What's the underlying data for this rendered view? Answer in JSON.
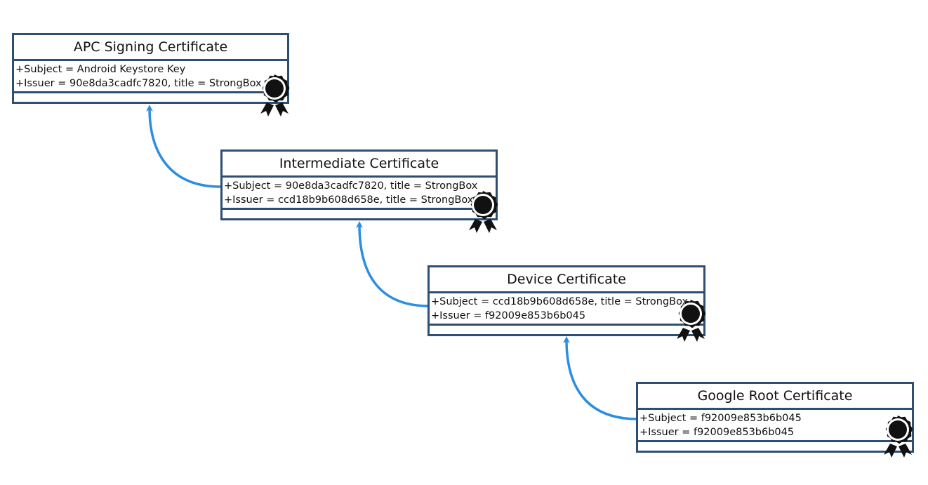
{
  "certificates": [
    {
      "id": "apc",
      "title": "APC Signing Certificate",
      "attributes": [
        "+Subject = Android Keystore Key",
        "+Issuer = 90e8da3cadfc7820, title = StrongBox"
      ],
      "icon": "award-badge-icon"
    },
    {
      "id": "intermediate",
      "title": "Intermediate Certificate",
      "attributes": [
        "+Subject = 90e8da3cadfc7820, title = StrongBox",
        "+Issuer = ccd18b9b608d658e, title = StrongBox"
      ],
      "icon": "award-badge-icon"
    },
    {
      "id": "device",
      "title": "Device Certificate",
      "attributes": [
        "+Subject = ccd18b9b608d658e, title = StrongBox",
        "+Issuer = f92009e853b6b045"
      ],
      "icon": "award-badge-icon"
    },
    {
      "id": "root",
      "title": "Google Root Certificate",
      "attributes": [
        "+Subject = f92009e853b6b045",
        "+Issuer = f92009e853b6b045"
      ],
      "icon": "award-badge-icon"
    }
  ],
  "links": [
    {
      "from": "intermediate",
      "to": "apc"
    },
    {
      "from": "device",
      "to": "intermediate"
    },
    {
      "from": "root",
      "to": "device"
    }
  ],
  "colors": {
    "box_border": "#2d4f73",
    "arrow": "#2b8de3",
    "badge": "#111111"
  }
}
